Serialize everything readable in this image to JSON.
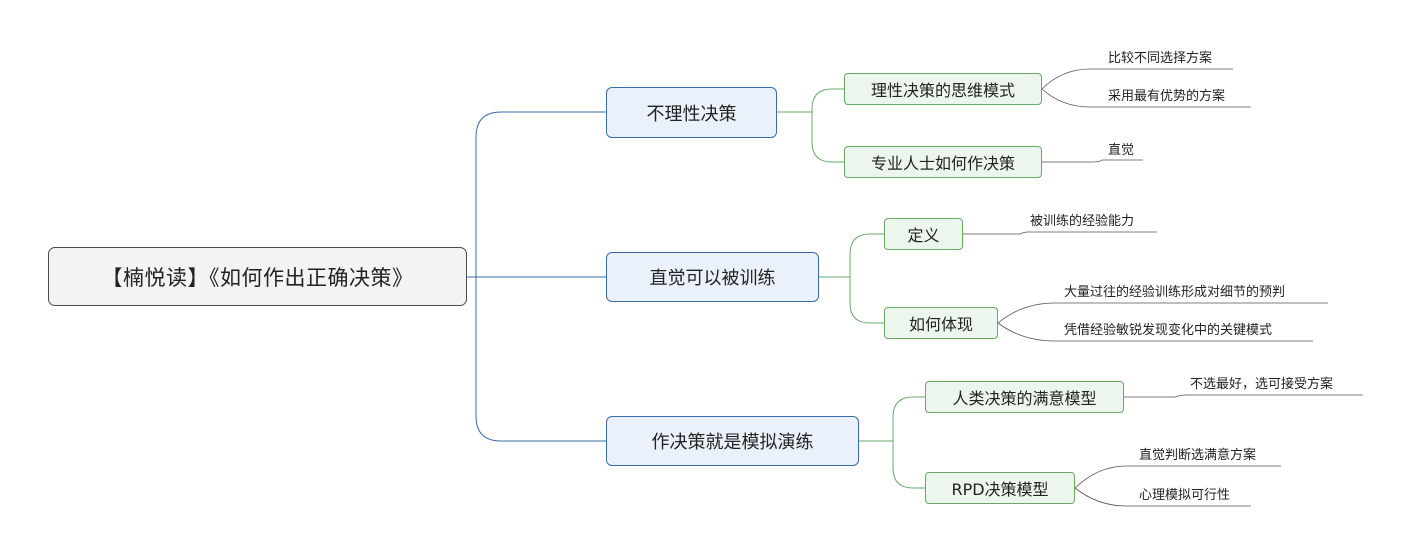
{
  "root": {
    "label": "【楠悦读】《如何作出正确决策》"
  },
  "branches": [
    {
      "label": "不理性决策",
      "children": [
        {
          "label": "理性决策的思维模式",
          "leaves": [
            "比较不同选择方案",
            "采用最有优势的方案"
          ]
        },
        {
          "label": "专业人士如何作决策",
          "leaves": [
            "直觉"
          ]
        }
      ]
    },
    {
      "label": "直觉可以被训练",
      "children": [
        {
          "label": "定义",
          "leaves": [
            "被训练的经验能力"
          ]
        },
        {
          "label": "如何体现",
          "leaves": [
            "大量过往的经验训练形成对细节的预判",
            "凭借经验敏锐发现变化中的关键模式"
          ]
        }
      ]
    },
    {
      "label": "作决策就是模拟演练",
      "children": [
        {
          "label": "人类决策的满意模型",
          "leaves": [
            "不选最好，选可接受方案"
          ]
        },
        {
          "label": "RPD决策模型",
          "leaves": [
            "直觉判断选满意方案",
            "心理模拟可行性"
          ]
        }
      ]
    }
  ],
  "colors": {
    "main_line": "#3c6aa8",
    "sub_line": "#6aa86a",
    "leaf_line": "#555555"
  }
}
